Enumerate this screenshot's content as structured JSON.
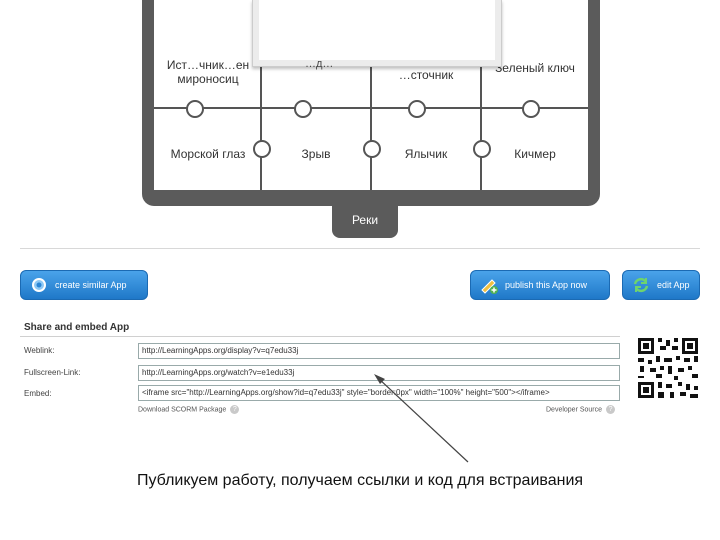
{
  "puzzle": {
    "top_row": [
      "Ист…чник…ен\nмироносиц",
      "",
      "…сточник",
      "Зеленый ключ"
    ],
    "bottom_row": [
      "Морской глаз",
      "Зрыв",
      "Ялычик",
      "Кичмер"
    ],
    "popup_text": "…д…"
  },
  "reki_button": "Реки",
  "buttons": {
    "create_similar": "create similar App",
    "publish": "publish this App now",
    "edit": "edit App"
  },
  "share": {
    "title": "Share and embed App",
    "weblink_label": "Weblink:",
    "weblink_value": "http://LearningApps.org/display?v=q7edu33j",
    "fullscreen_label": "Fullscreen-Link:",
    "fullscreen_value": "http://LearningApps.org/watch?v=e1edu33j",
    "embed_label": "Embed:",
    "embed_value": "<iframe src=\"http://LearningApps.org/show?id=q7edu33j\" style=\"border:0px\" width=\"100%\" height=\"500\"></iframe>",
    "scorm": "Download SCORM Package",
    "developer": "Developer Source",
    "help": "?"
  },
  "caption": "Публикуем работу, получаем ссылки и код для встраивания",
  "colors": {
    "accent_blue": "#2b86d6",
    "edit_green": "#3fa03f",
    "frame_gray": "#5b5b5b"
  }
}
